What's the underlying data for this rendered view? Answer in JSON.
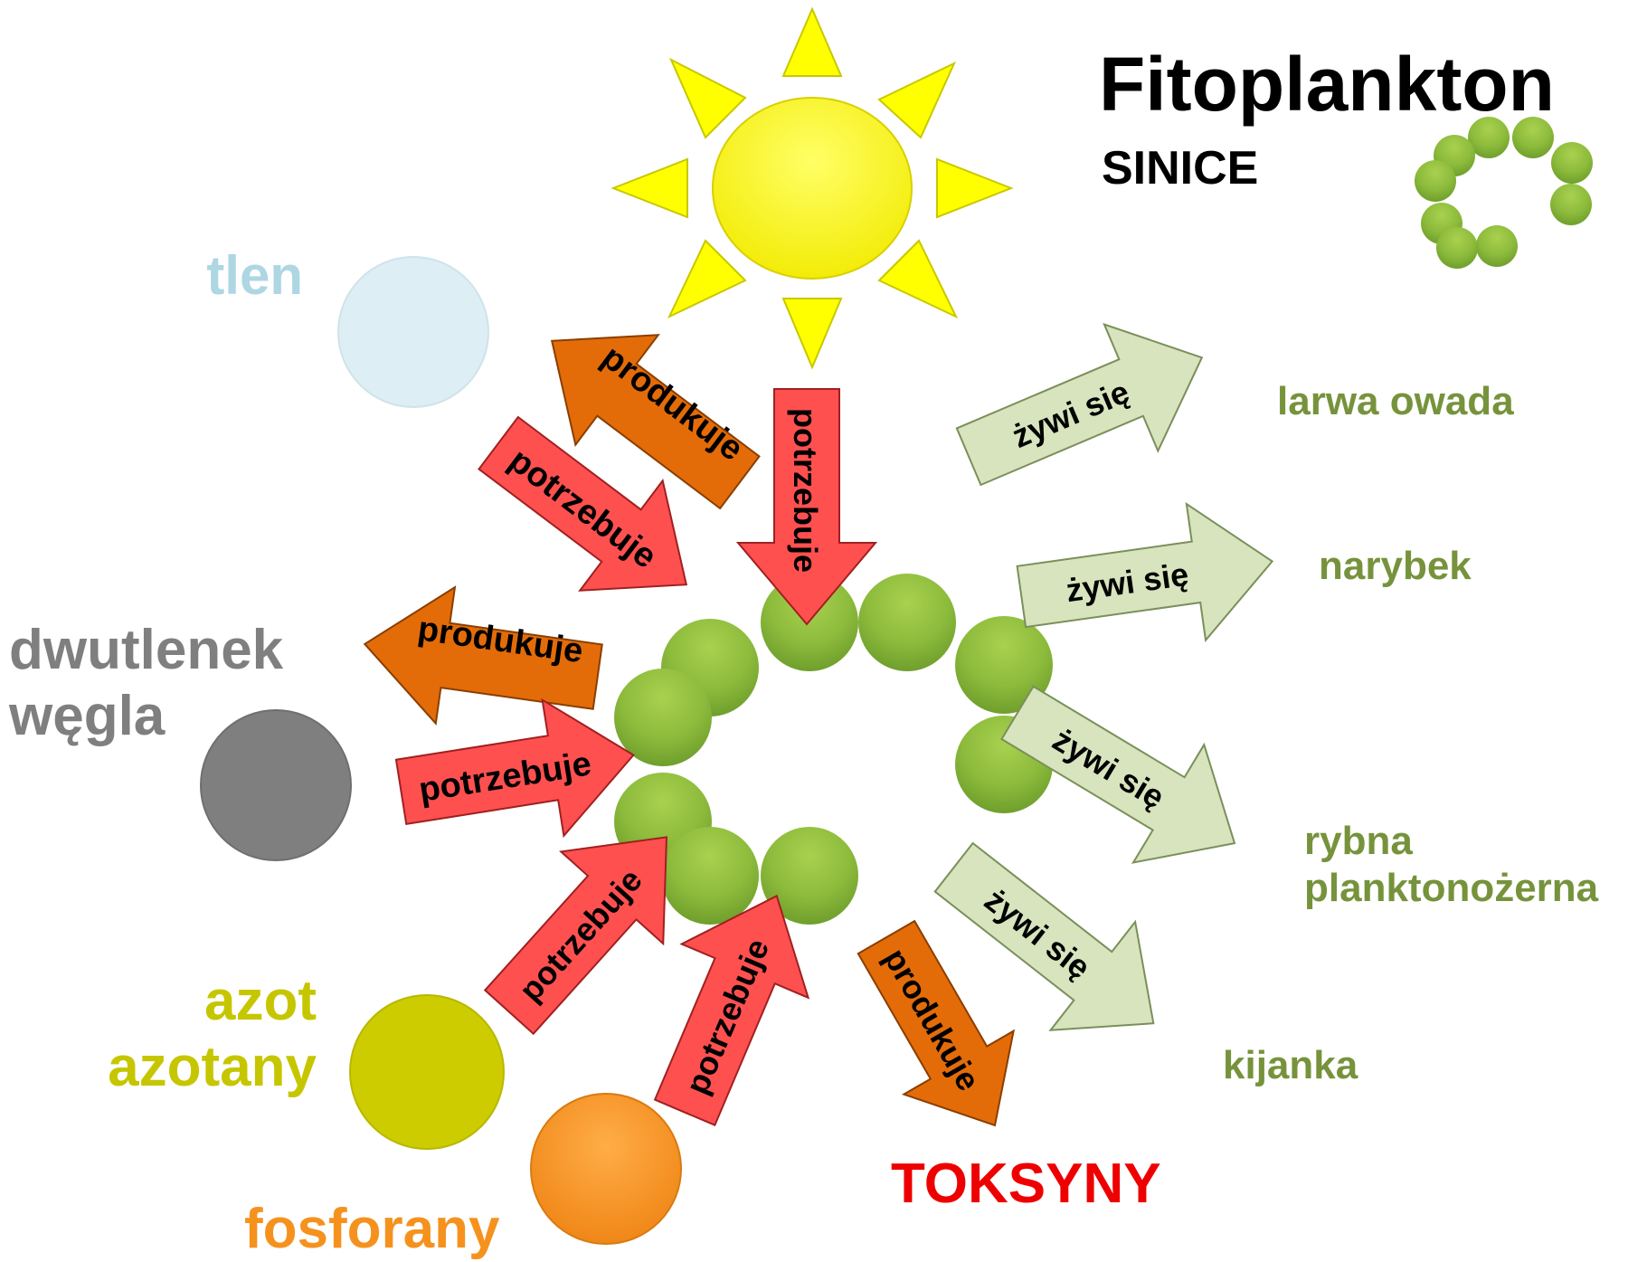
{
  "title": "Fitoplankton",
  "subtitle": "SINICE",
  "inputs": {
    "tlen": "tlen",
    "co2_line1": "dwutlenek",
    "co2_line2": "węgla",
    "azot_line1": "azot",
    "azot_line2": "azotany",
    "fosforany": "fosforany"
  },
  "outputs": {
    "toksyny": "TOKSYNY"
  },
  "consumers": {
    "larwa": "larwa owada",
    "narybek": "narybek",
    "rybna_line1": "rybna",
    "rybna_line2": "planktonożerna",
    "kijanka": "kijanka"
  },
  "arrows": {
    "sun_needs": "potrzebuje",
    "produces_oxygen": "produkuje",
    "needs_oxygen": "potrzebuje",
    "produces_co2": "produkuje",
    "needs_co2": "potrzebuje",
    "needs_nitrogen": "potrzebuje",
    "needs_phosphate": "potrzebuje",
    "produces_toxins": "produkuje",
    "eaten_by_larva": "żywi się",
    "eaten_by_fry": "żywi się",
    "eaten_by_fish": "żywi się",
    "eaten_by_tadpole": "żywi się"
  },
  "colors": {
    "sun": "#ffff00",
    "cell": "#8dbb3c",
    "oxygen": "#ddeef4",
    "co2": "#7f7f7f",
    "nitrogen": "#cccc00",
    "phosphate": "#f7941e",
    "produces_arrow": "#e36c09",
    "needs_arrow": "#ff5050",
    "feeds_arrow": "#d7e4bd",
    "toxins": "#ee0000",
    "consumer_text": "#76933c"
  }
}
